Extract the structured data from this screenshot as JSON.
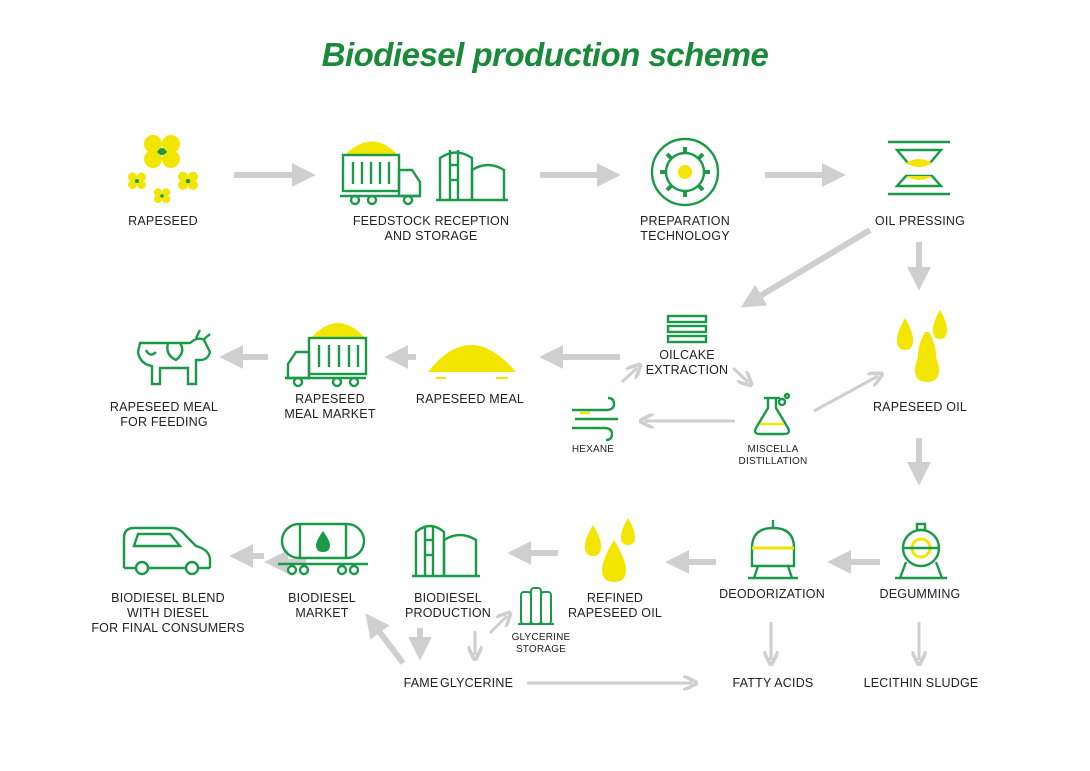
{
  "title": "Biodiesel production scheme",
  "colors": {
    "green": "#1a9a48",
    "yellow": "#f2e600",
    "arrow": "#cfcfcf",
    "text": "#222222"
  },
  "nodes": {
    "rapeseed": "RAPESEED",
    "feedstock": "FEEDSTOCK RECEPTION\nAND STORAGE",
    "preparation": "PREPARATION\nTECHNOLOGY",
    "oil_pressing": "OIL PRESSING",
    "rapeseed_meal_feeding": "RAPESEED MEAL\nFOR FEEDING",
    "rapeseed_meal_market": "RAPESEED\nMEAL MARKET",
    "rapeseed_meal": "RAPESEED MEAL",
    "oilcake_extraction": "OILCAKE\nEXTRACTION",
    "rapeseed_oil": "RAPESEED OIL",
    "hexane": "HEXANE",
    "miscella_distillation": "MISCELLA\nDISTILLATION",
    "biodiesel_blend": "BIODIESEL BLEND\nWITH DIESEL\nFOR FINAL CONSUMERS",
    "biodiesel_market": "BIODIESEL\nMARKET",
    "biodiesel_production": "BIODIESEL\nPRODUCTION",
    "refined_oil": "REFINED\nRAPESEED OIL",
    "deodorization": "DEODORIZATION",
    "degumming": "DEGUMMING",
    "glycerine_storage": "GLYCERINE\nSTORAGE",
    "fame": "FAME",
    "glycerine": "GLYCERINE",
    "fatty_acids": "FATTY ACIDS",
    "lecithin_sludge": "LECITHIN SLUDGE"
  },
  "icons": [
    "rapeseed-flower-icon",
    "truck-icon",
    "silo-icon",
    "gear-icon",
    "oil-press-icon",
    "cow-icon",
    "meal-pile-icon",
    "layers-icon",
    "oil-drops-icon",
    "wind-icon",
    "flask-icon",
    "car-icon",
    "tank-wagon-icon",
    "reactor-icon",
    "degumming-icon",
    "glycerine-tanks-icon"
  ]
}
